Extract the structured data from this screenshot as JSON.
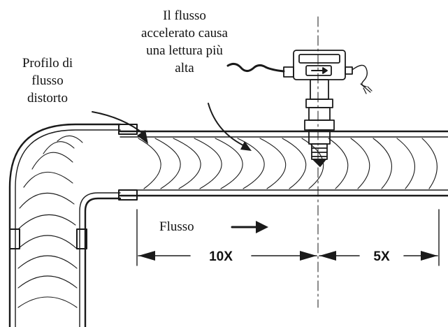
{
  "labels": {
    "distorted_profile": "Profilo di\nflusso\ndistorto",
    "accelerated_flow": "Il flusso\naccelerato causa\nuna lettura più\nalta",
    "flow": "Flusso"
  },
  "dimensions": {
    "upstream": "10X",
    "downstream": "5X"
  }
}
